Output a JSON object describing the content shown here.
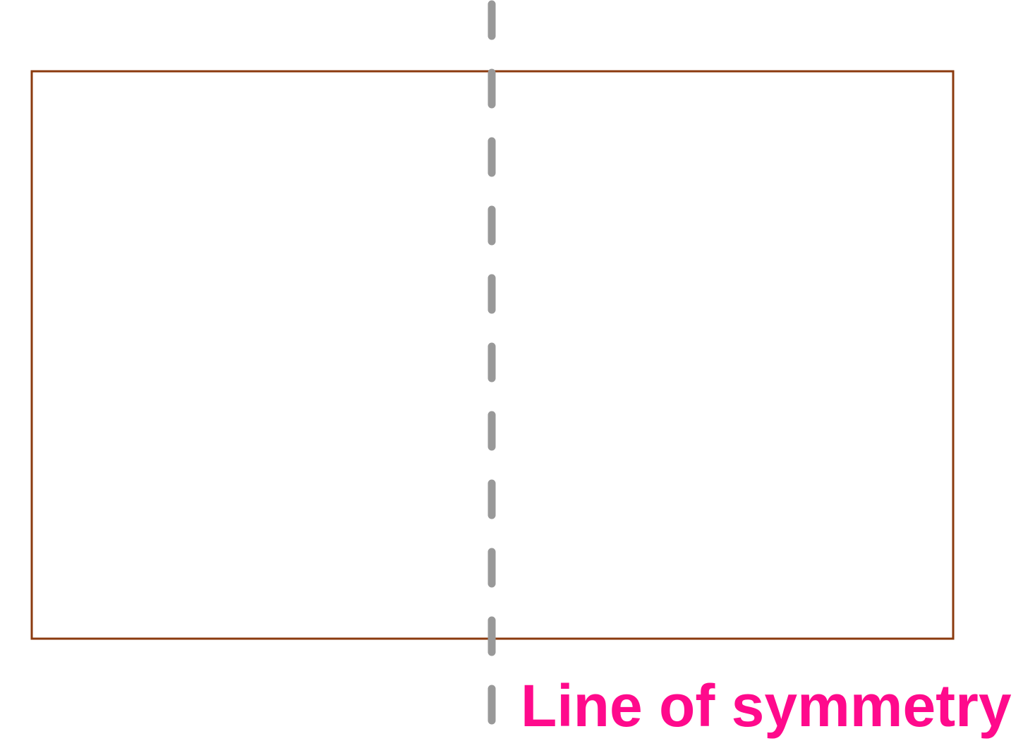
{
  "label": {
    "text": "Line of symmetry"
  },
  "colors": {
    "rectangle_stroke": "#8B3A0E",
    "symmetry_line": "#999999",
    "label": "#FF0A8C",
    "background": "#FFFFFF"
  },
  "shapes": {
    "rectangle": "rectangle-outline",
    "symmetry_line": "vertical-dashed-line"
  }
}
